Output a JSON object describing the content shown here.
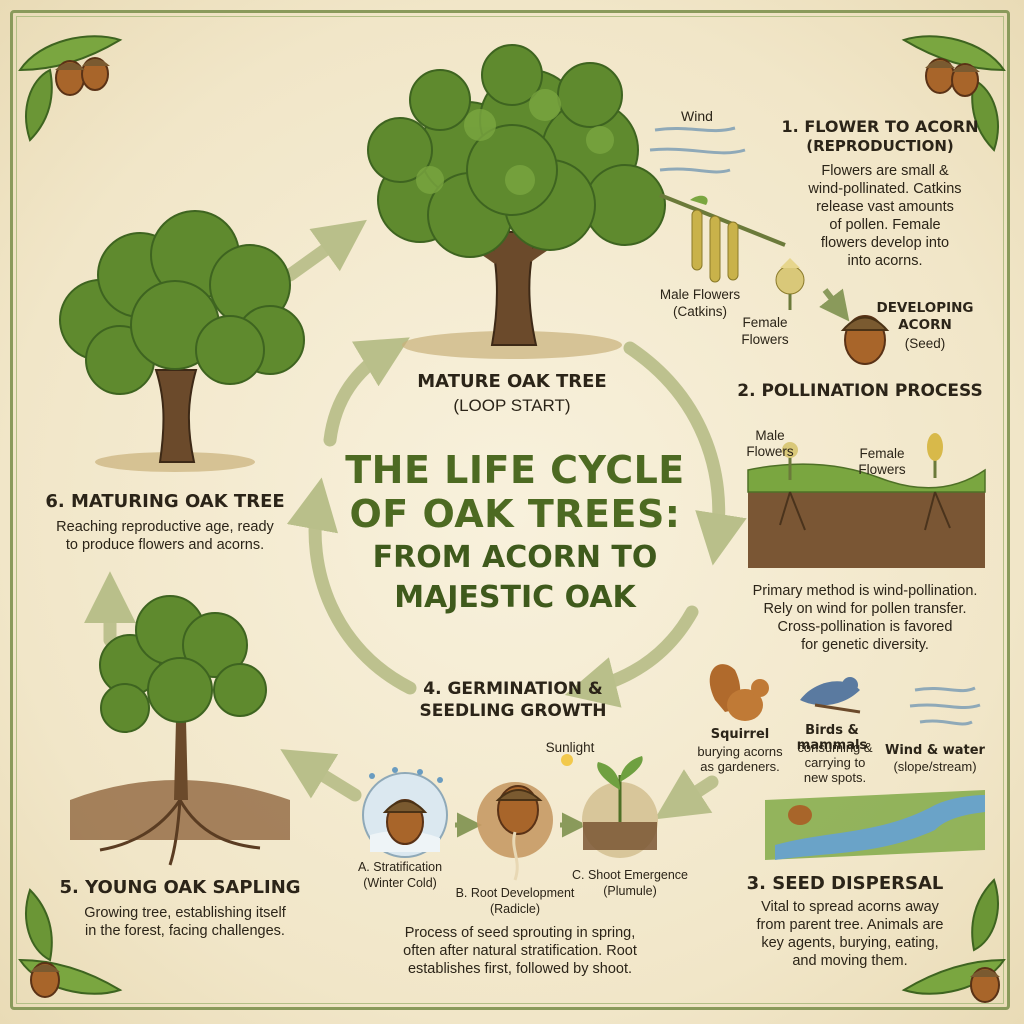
{
  "title": {
    "line1": "THE LIFE CYCLE",
    "line2": "OF OAK TREES:",
    "line3": "FROM ACORN TO",
    "line4": "MAJESTIC OAK"
  },
  "mature": {
    "heading": "MATURE OAK TREE",
    "sub": "(LOOP START)"
  },
  "step1": {
    "heading1": "1. FLOWER TO ACORN",
    "heading2": "(REPRODUCTION)",
    "desc": [
      "Flowers are small &",
      "wind-pollinated. Catkins",
      "release vast amounts",
      "of pollen. Female",
      "flowers develop into",
      "into acorns."
    ],
    "wind_label": "Wind",
    "male_label": [
      "Male Flowers",
      "(Catkins)"
    ],
    "female_label": [
      "Female",
      "Flowers"
    ],
    "acorn_label": [
      "DEVELOPING",
      "ACORN"
    ],
    "acorn_sub": "(Seed)"
  },
  "step2": {
    "heading": "2. POLLINATION PROCESS",
    "male_label": [
      "Male",
      "Flowers"
    ],
    "female_label": [
      "Female",
      "Flowers"
    ],
    "desc": [
      "Primary method is wind-pollination.",
      "Rely on wind for pollen transfer.",
      "Cross-pollination is favored",
      "for genetic diversity."
    ]
  },
  "step3": {
    "heading": "3. SEED DISPERSAL",
    "squirrel": {
      "name": "Squirrel",
      "desc": [
        "burying acorns",
        "as gardeners."
      ]
    },
    "birds": {
      "name": "Birds & mammals",
      "desc": [
        "consuming &",
        "carrying to",
        "new spots."
      ]
    },
    "wind": {
      "name": "Wind & water",
      "desc": "(slope/stream)"
    },
    "desc": [
      "Vital to spread acorns away",
      "from parent tree. Animals are",
      "key agents, burying, eating,",
      "and moving them."
    ]
  },
  "step4": {
    "heading1": "4. GERMINATION &",
    "heading2": "SEEDLING GROWTH",
    "sunlight": "Sunlight",
    "a": {
      "name": "A. Stratification",
      "sub": "(Winter Cold)"
    },
    "b": {
      "name": "B. Root Development",
      "sub": "(Radicle)"
    },
    "c": {
      "name": "C. Shoot Emergence",
      "sub": "(Plumule)"
    },
    "desc": [
      "Process of seed sprouting in spring,",
      "often after natural stratification. Root",
      "establishes first, followed by shoot."
    ]
  },
  "step5": {
    "heading": "5. YOUNG OAK SAPLING",
    "desc": [
      "Growing tree, establishing itself",
      "in the forest, facing challenges."
    ]
  },
  "step6": {
    "heading": "6. MATURING OAK TREE",
    "desc": [
      "Reaching reproductive age, ready",
      "to produce flowers and acorns."
    ]
  },
  "colors": {
    "leaf": "#5f8a2e",
    "leaf_dark": "#3e6420",
    "trunk": "#6b4a2b",
    "arrow": "#b9bf8a",
    "title_green": "#4d6a22",
    "acorn": "#9a5a22"
  },
  "icons": [
    "oak-leaf-icon",
    "acorn-icon",
    "wind-icon",
    "squirrel-icon",
    "bird-icon",
    "sun-icon",
    "snowflake-icon"
  ]
}
